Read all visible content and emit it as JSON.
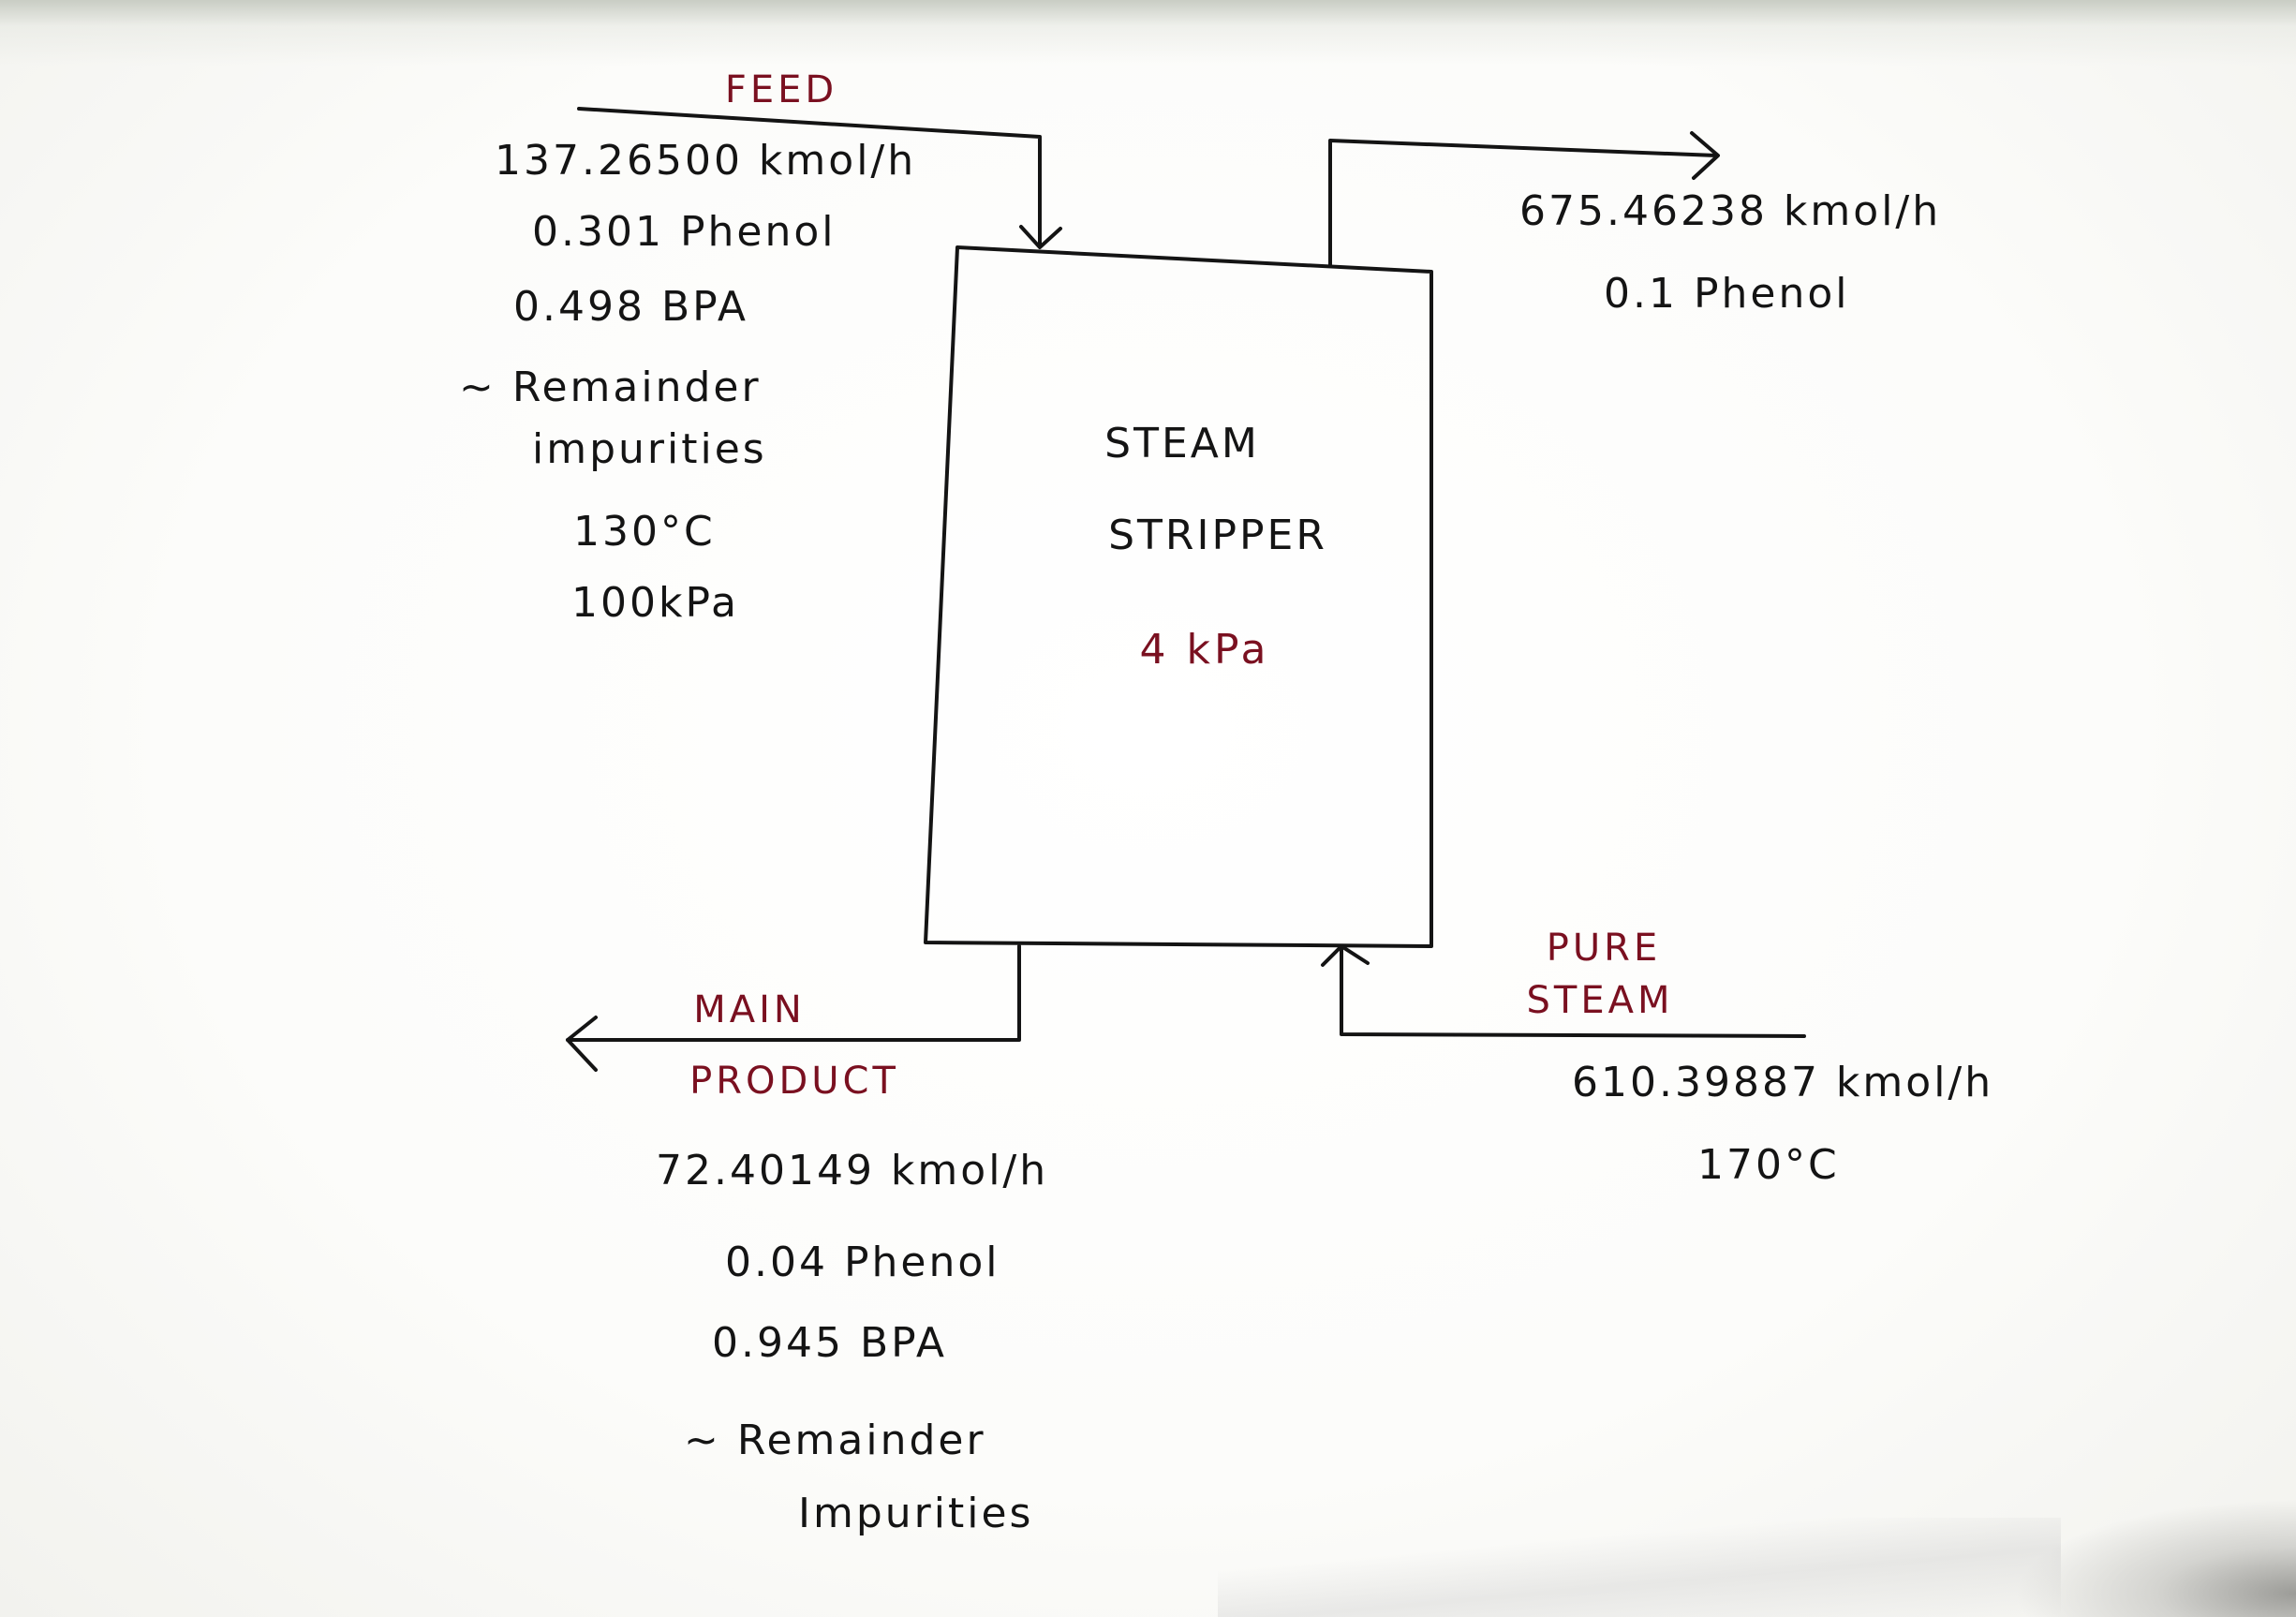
{
  "colors": {
    "ink": "#141414",
    "accent_red": "#7a1020",
    "paper": "#fbfbf9"
  },
  "unit": {
    "name": "STEAM",
    "name2": "STRIPPER",
    "pressure": "4 kPa"
  },
  "feed": {
    "title": "FEED",
    "flow": "137.26500 kmol/h",
    "phenol": "0.301 Phenol",
    "bpa": "0.498 BPA",
    "remainder": "~ Remainder",
    "impurities": "impurities",
    "temperature": "130°C",
    "pressure": "100kPa"
  },
  "top_product": {
    "flow": "675.46238 kmol/h",
    "phenol": "0.1 Phenol"
  },
  "main_product": {
    "title1": "MAIN",
    "title2": "PRODUCT",
    "flow": "72.40149 kmol/h",
    "phenol": "0.04 Phenol",
    "bpa": "0.945 BPA",
    "remainder": "~ Remainder",
    "impurities": "Impurities"
  },
  "pure_steam": {
    "title1": "PURE",
    "title2": "STEAM",
    "flow": "610.39887 kmol/h",
    "temperature": "170°C"
  }
}
